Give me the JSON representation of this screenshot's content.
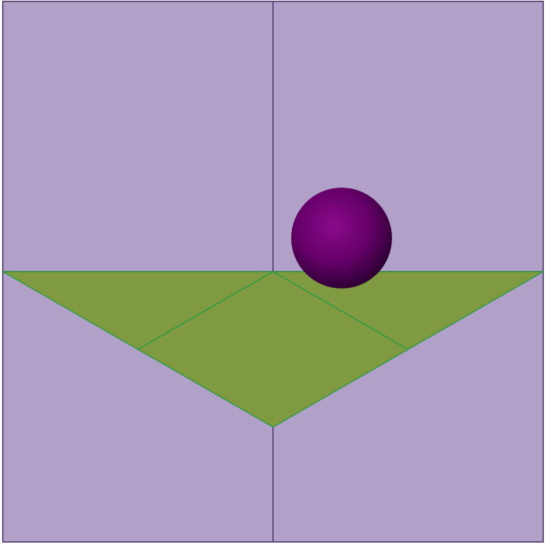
{
  "colors": {
    "background": "#ffffff",
    "panel_fill": "#b1a0c7",
    "panel_stroke": "#5e4b7d",
    "floor_fill": "#7f9a41",
    "floor_stroke": "#2c9a45",
    "ball_highlight": "#8a0a8a",
    "ball_mid": "#66006a",
    "ball_shadow": "#2a0030"
  },
  "scene": {
    "panels": [
      {
        "name": "panel-top-left"
      },
      {
        "name": "panel-top-right"
      },
      {
        "name": "panel-bottom-left"
      },
      {
        "name": "panel-bottom-right"
      }
    ],
    "floor_tiles": [
      {
        "name": "floor-tile-left"
      },
      {
        "name": "floor-tile-center"
      },
      {
        "name": "floor-tile-right"
      }
    ],
    "ball": {
      "name": "ball"
    }
  }
}
